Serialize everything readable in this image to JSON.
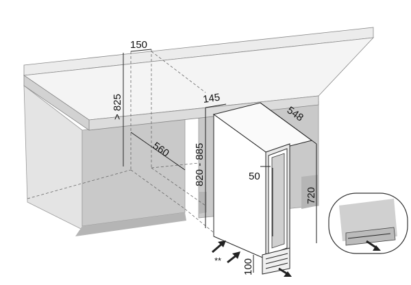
{
  "dimensions": {
    "niche_width": "150",
    "niche_height": "> 825",
    "niche_depth": "560",
    "appliance_width": "145",
    "appliance_depth": "548",
    "appliance_height_range": "820 - 885",
    "door_offset": "50",
    "cabinet_height": "720",
    "plinth_height": "100",
    "ventilation_note": "**"
  },
  "colors": {
    "cabinet_front": "#c9c9c9",
    "cabinet_side": "#e4e4e4",
    "counter_top": "#f2f2f2",
    "appliance": "#ffffff"
  }
}
